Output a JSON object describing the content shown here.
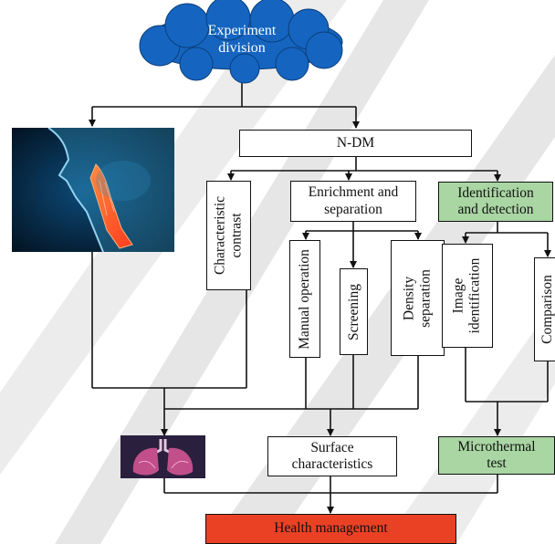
{
  "title": "Experiment division",
  "nodes": {
    "ndm": "N-DM",
    "characteristic_contrast": "Characteristic\ncontrast",
    "enrichment_separation": "Enrichment and\nseparation",
    "identification_detection": "Identification\nand detection",
    "manual_operation": "Manual operation",
    "screening": "Screening",
    "density_separation": "Density\nseparation",
    "image_identification": "Image\nidentification",
    "comparison": "Comparison",
    "surface_characteristics": "Surface\ncharacteristics",
    "microthermal_test": "Microthermal\ntest",
    "health_management": "Health management"
  },
  "colors": {
    "cloud": "#1565c0",
    "green_box": "#a9d6a3",
    "health_box": "#ea4125",
    "watermark": "#dcdcdc"
  },
  "images": {
    "throat": "throat-xray-image",
    "lungs": "lungs-illustration-image"
  }
}
